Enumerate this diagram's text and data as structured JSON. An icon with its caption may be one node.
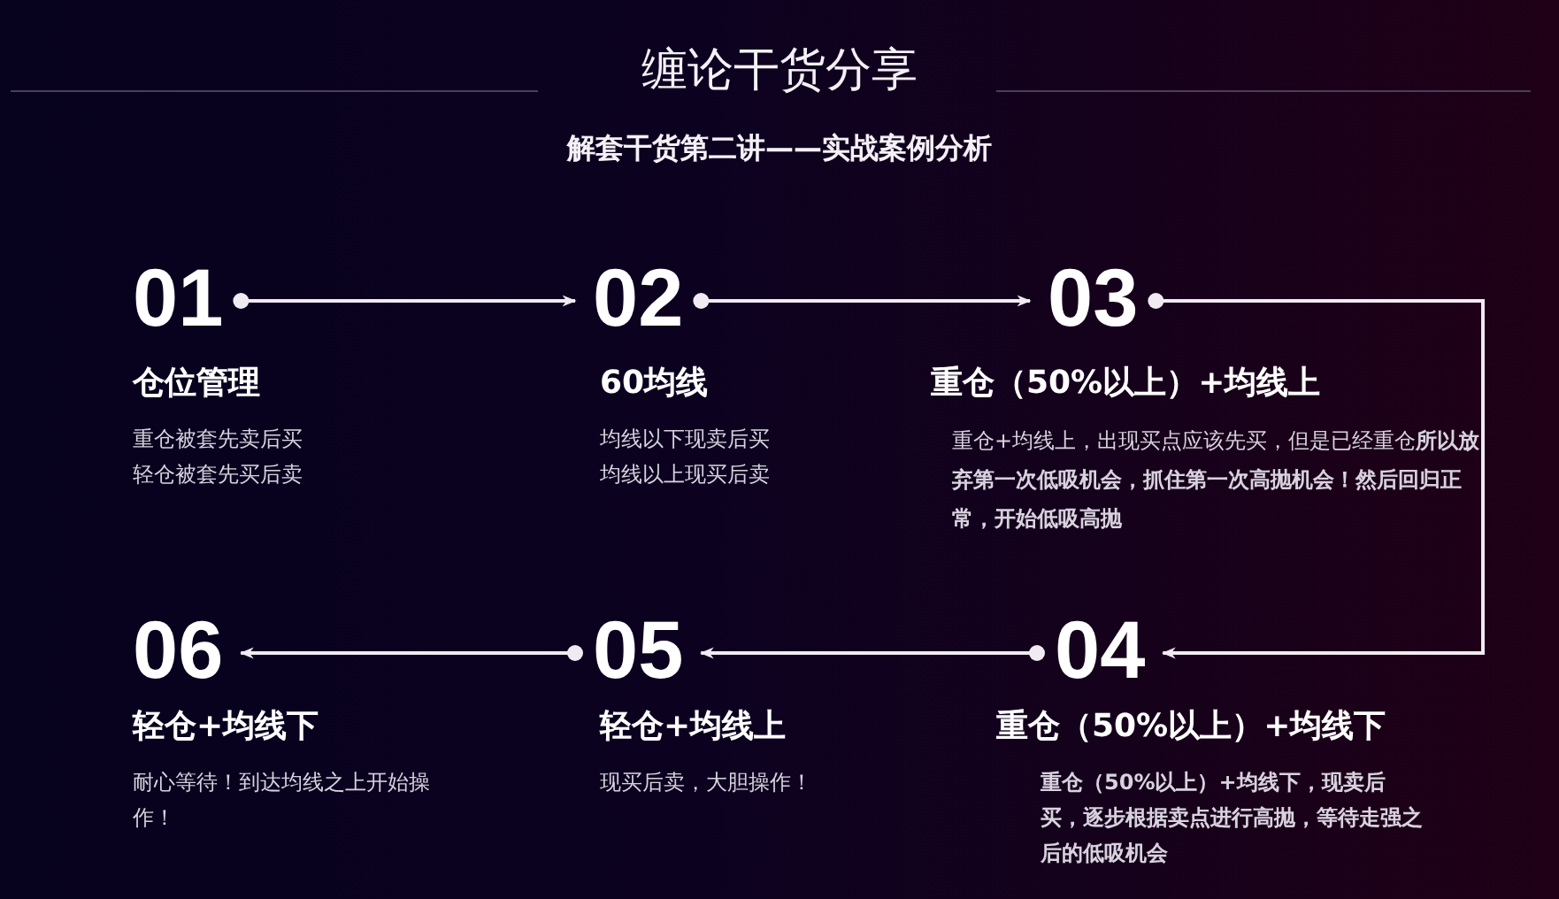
{
  "diagram": {
    "title": "缠论干货分享",
    "caption": "解套干货第二讲——实战案例分析",
    "nodes": [
      {
        "text": [
          "01"
        ],
        "beside": [
          "仓位管理",
          "重仓被套先卖后买",
          "轻仓被套先买后卖"
        ]
      },
      {
        "text": [
          "02"
        ],
        "beside": [
          "60均线",
          "均线以下现卖后买",
          "均线以上现买后卖"
        ]
      },
      {
        "text": [
          "03"
        ],
        "beside": [
          "重仓（50%以上）+均线上",
          "重仓+均线上，出现买点应该先买，但是已经重仓**所以放弃第一次低吸机会，抓住第一次高抛机会！然后回归正常，开始低吸高抛**"
        ]
      },
      {
        "text": [
          "04"
        ],
        "beside": [
          "重仓（50%以上）+均线下",
          "重仓（50%以上）+均线下，现卖后买，逐步根据卖点进行高抛，等待走强之后的低吸机会"
        ]
      },
      {
        "text": [
          "05"
        ],
        "beside": [
          "轻仓+均线上",
          "现买后卖，大胆操作！"
        ]
      },
      {
        "text": [
          "06"
        ],
        "beside": [
          "轻仓+均线下",
          "耐心等待！到达均线之上开始操作！"
        ]
      }
    ],
    "edges": [
      {
        "from": 0,
        "to": 1,
        "arrow": "to"
      },
      {
        "from": 1,
        "to": 2,
        "arrow": "to"
      },
      {
        "from": 2,
        "to": 3,
        "arrow": "to"
      },
      {
        "from": 3,
        "to": 4,
        "arrow": "to"
      },
      {
        "from": 4,
        "to": 5,
        "arrow": "to"
      }
    ]
  }
}
